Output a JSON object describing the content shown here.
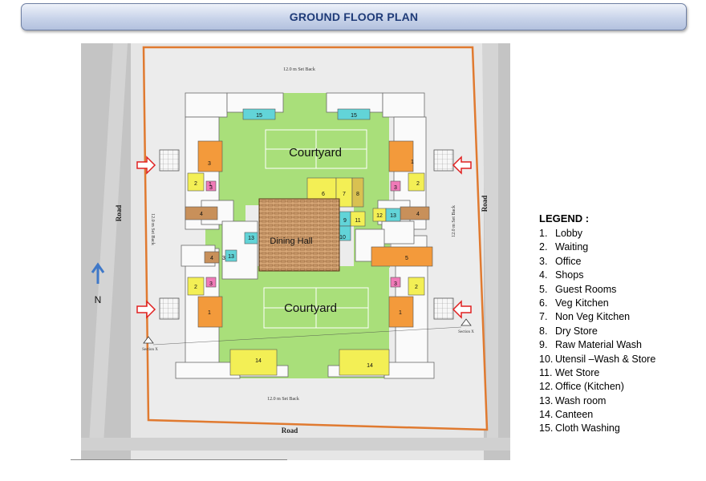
{
  "header": {
    "title": "GROUND FLOOR PLAN"
  },
  "plan": {
    "labels": {
      "setback_top": "12.0 m Set Back",
      "setback_bottom": "12.0 m Set Back",
      "setback_left": "12.0 m Set Back",
      "setback_right": "12.0 m Set Back",
      "road_left": "Road",
      "road_right": "Road",
      "road_bottom": "Road",
      "courtyard_top": "Courtyard",
      "courtyard_bottom": "Courtyard",
      "dining_hall": "Dining Hall",
      "section_left": "Section X",
      "section_right": "Section X",
      "north": "N"
    },
    "rooms": {
      "r15a": "15",
      "r15b": "15",
      "r1a": "1",
      "r1b": "1",
      "r1c": "1",
      "r1d": "1",
      "r2a": "2",
      "r2b": "2",
      "r2c": "2",
      "r2d": "2",
      "r3a": "3",
      "r3b": "3",
      "r3c": "3",
      "r3d": "3",
      "r3e": "3",
      "r3f": "3",
      "r4a": "4",
      "r4b": "4",
      "r4c": "4",
      "r5": "5",
      "r6": "6",
      "r7": "7",
      "r8": "8",
      "r9": "9",
      "r10": "10",
      "r11": "11",
      "r12": "12",
      "r13a": "13",
      "r13b": "13",
      "r13c": "13",
      "r14a": "14",
      "r14b": "14"
    },
    "colors": {
      "road": "#bdbdbd",
      "site": "#e2e2e2",
      "boundary": "#e07a30",
      "lawn": "#a9df7a",
      "dining": "#d4a373",
      "kitchen_yellow": "#f3ef55",
      "kitchen_gold": "#d9c151",
      "office_orange": "#f39a3b",
      "wash_cyan": "#62d4d8",
      "shop_brown": "#c8905a",
      "pink": "#f07ab8",
      "arrow_red": "#e02020",
      "north_blue": "#3f78c8"
    }
  },
  "legend": {
    "title": "LEGEND :",
    "items": [
      {
        "num": "1.",
        "label": "Lobby"
      },
      {
        "num": "2.",
        "label": "Waiting"
      },
      {
        "num": "3.",
        "label": "Office"
      },
      {
        "num": "4.",
        "label": "Shops"
      },
      {
        "num": "5.",
        "label": "Guest Rooms"
      },
      {
        "num": "6.",
        "label": "Veg Kitchen"
      },
      {
        "num": "7.",
        "label": "Non Veg Kitchen"
      },
      {
        "num": "8.",
        "label": "Dry Store"
      },
      {
        "num": "9.",
        "label": "Raw Material Wash"
      },
      {
        "num": "10.",
        "label": "Utensil –Wash & Store"
      },
      {
        "num": "11.",
        "label": "Wet Store"
      },
      {
        "num": "12.",
        "label": "Office (Kitchen)"
      },
      {
        "num": "13.",
        "label": "Wash room"
      },
      {
        "num": "14.",
        "label": "Canteen"
      },
      {
        "num": "15.",
        "label": "Cloth Washing"
      }
    ]
  }
}
